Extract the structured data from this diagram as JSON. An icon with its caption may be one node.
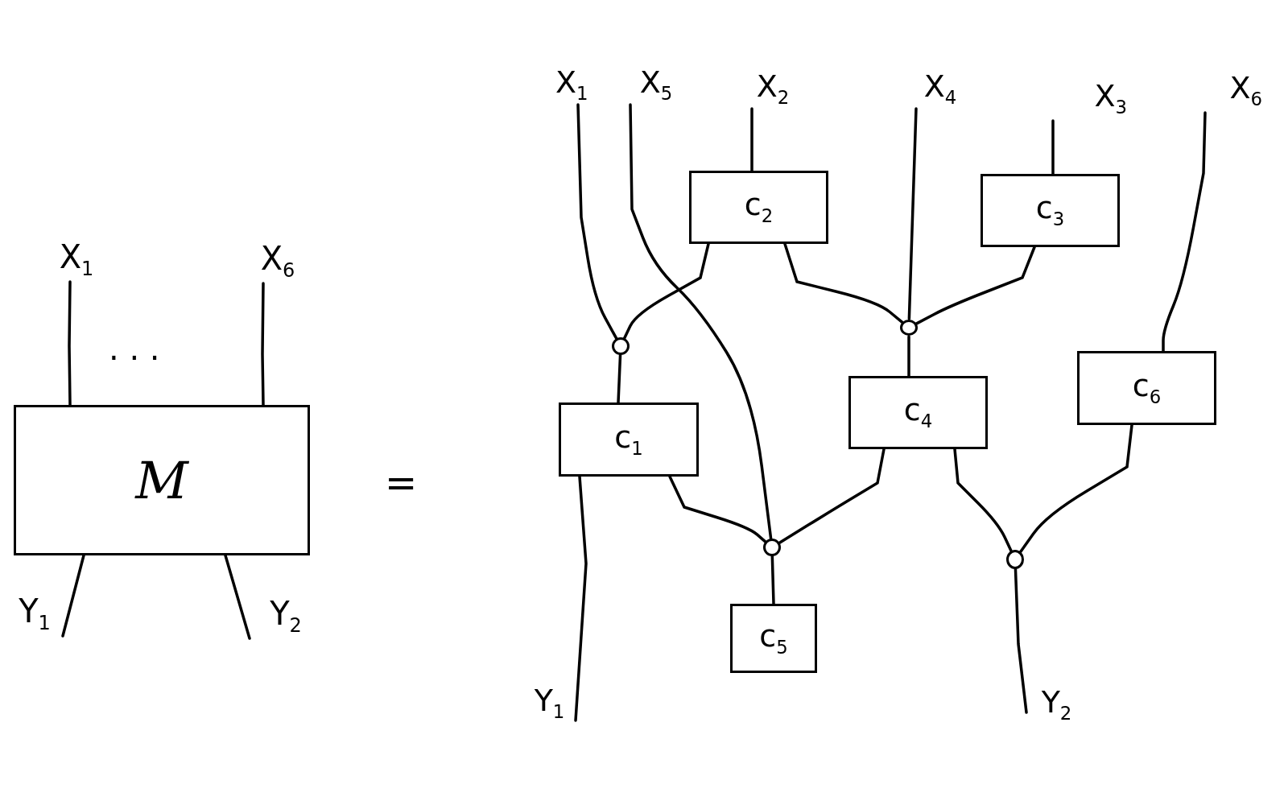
{
  "diagram": {
    "nodes": [
      {
        "text": [
          "X$_{1}$"
        ]
      },
      {
        "text": [
          "X$_{6}$"
        ]
      },
      {
        "text": [
          "M"
        ]
      },
      {
        "text": [
          "Y$_{1}$"
        ]
      },
      {
        "text": [
          "Y$_{2}$"
        ]
      },
      {
        "text": [
          "X$_{1}$"
        ]
      },
      {
        "text": [
          "X$_{5}$"
        ]
      },
      {
        "text": [
          "X$_{2}$"
        ]
      },
      {
        "text": [
          "X$_{4}$"
        ]
      },
      {
        "text": [
          "X$_{3}$"
        ]
      },
      {
        "text": [
          "X$_{6}$"
        ]
      },
      {
        "text": [
          "c$_{2}$"
        ]
      },
      {
        "text": [
          "c$_{3}$"
        ]
      },
      {
        "text": [],
        "shape": "circle"
      },
      {
        "text": [],
        "shape": "circle"
      },
      {
        "text": [
          "c$_{1}$"
        ]
      },
      {
        "text": [
          "c$_{4}$"
        ]
      },
      {
        "text": [
          "c$_{6}$"
        ]
      },
      {
        "text": [],
        "shape": "circle"
      },
      {
        "text": [],
        "shape": "circle"
      },
      {
        "text": [
          "c$_{5}$"
        ]
      },
      {
        "text": [
          "Y$_{1}$"
        ]
      },
      {
        "text": [
          "Y$_{2}$"
        ]
      }
    ],
    "edges": [
      {
        "from": 0,
        "to": 2,
        "arrow": "none"
      },
      {
        "from": 1,
        "to": 2,
        "arrow": "none"
      },
      {
        "from": 2,
        "to": 3,
        "arrow": "none"
      },
      {
        "from": 2,
        "to": 4,
        "arrow": "none"
      },
      {
        "from": 5,
        "to": 13,
        "arrow": "none"
      },
      {
        "from": 11,
        "to": 13,
        "arrow": "none"
      },
      {
        "from": 13,
        "to": 15,
        "arrow": "none"
      },
      {
        "from": 6,
        "to": 18,
        "arrow": "none"
      },
      {
        "from": 7,
        "to": 11,
        "arrow": "none"
      },
      {
        "from": 11,
        "to": 14,
        "arrow": "none"
      },
      {
        "from": 8,
        "to": 14,
        "arrow": "none"
      },
      {
        "from": 9,
        "to": 12,
        "arrow": "none"
      },
      {
        "from": 12,
        "to": 14,
        "arrow": "none"
      },
      {
        "from": 14,
        "to": 16,
        "arrow": "none"
      },
      {
        "from": 10,
        "to": 17,
        "arrow": "none"
      },
      {
        "from": 15,
        "to": 21,
        "arrow": "none"
      },
      {
        "from": 15,
        "to": 18,
        "arrow": "none"
      },
      {
        "from": 16,
        "to": 18,
        "arrow": "none"
      },
      {
        "from": 18,
        "to": 20,
        "arrow": "none"
      },
      {
        "from": 16,
        "to": 19,
        "arrow": "none"
      },
      {
        "from": 17,
        "to": 19,
        "arrow": "none"
      },
      {
        "from": 19,
        "to": 22,
        "arrow": "none"
      }
    ],
    "labels": [
      "· · ·",
      "="
    ]
  }
}
